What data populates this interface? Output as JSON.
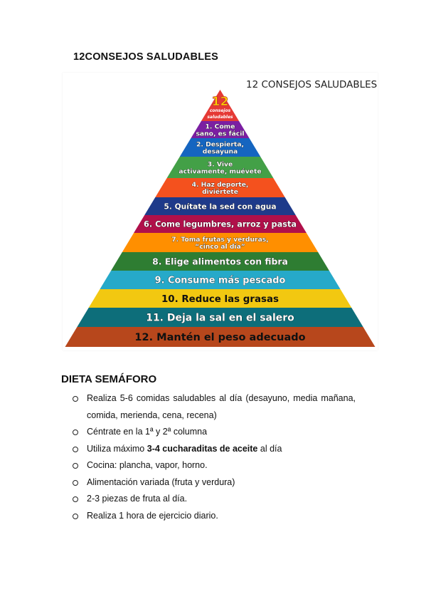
{
  "header": {
    "title": "12CONSEJOS SALUDABLES"
  },
  "figure": {
    "title": "12 CONSEJOS SALUDABLES",
    "top": {
      "number": "12",
      "line1": "consejos",
      "line2": "saludables",
      "color": "#e53935"
    },
    "bands": [
      {
        "lines": [
          "1. Come",
          "sano, es fácil"
        ],
        "color": "#7b1fa2"
      },
      {
        "lines": [
          "2. Despierta,",
          "desayuna"
        ],
        "color": "#1565c0"
      },
      {
        "lines": [
          "3. Vive",
          "activamente, muévete"
        ],
        "color": "#43a047"
      },
      {
        "lines": [
          "4. Haz deporte,",
          "diviértete"
        ],
        "color": "#f4511e"
      },
      {
        "lines": [
          "5. Quítate la sed con agua"
        ],
        "color": "#1e3a8a"
      },
      {
        "lines": [
          "6. Come legumbres, arroz y pasta"
        ],
        "color": "#b0104a"
      },
      {
        "lines": [
          "7. Toma frutas y verduras,",
          "“cinco al día”"
        ],
        "color": "#ff8f00"
      },
      {
        "lines": [
          "8. Elige alimentos con fibra"
        ],
        "color": "#2e7d32"
      },
      {
        "lines": [
          "9. Consume más pescado"
        ],
        "color": "#26a9c9"
      },
      {
        "lines": [
          "10. Reduce las grasas"
        ],
        "color": "#f2c811",
        "dark": true
      },
      {
        "lines": [
          "11. Deja la sal en el salero"
        ],
        "color": "#0d6e7a"
      },
      {
        "lines": [
          "12. Mantén el peso adecuado"
        ],
        "color": "#b7471c",
        "dark": true
      }
    ]
  },
  "section": {
    "title": "DIETA SEMÁFORO",
    "items": [
      {
        "pre": "Realiza 5-6 comidas saludables al día (desayuno, media mañana, comida, merienda, cena, recena)"
      },
      {
        "pre": "Céntrate en la 1ª y 2ª columna"
      },
      {
        "pre": "Utiliza máximo ",
        "bold": "3-4 cucharaditas de aceite",
        "post": " al día"
      },
      {
        "pre": "Cocina: plancha, vapor, horno."
      },
      {
        "pre": "Alimentación variada (fruta y verdura)"
      },
      {
        "pre": "2-3 piezas de fruta al día."
      },
      {
        "pre": "Realiza 1 hora de ejercicio diario."
      }
    ]
  }
}
